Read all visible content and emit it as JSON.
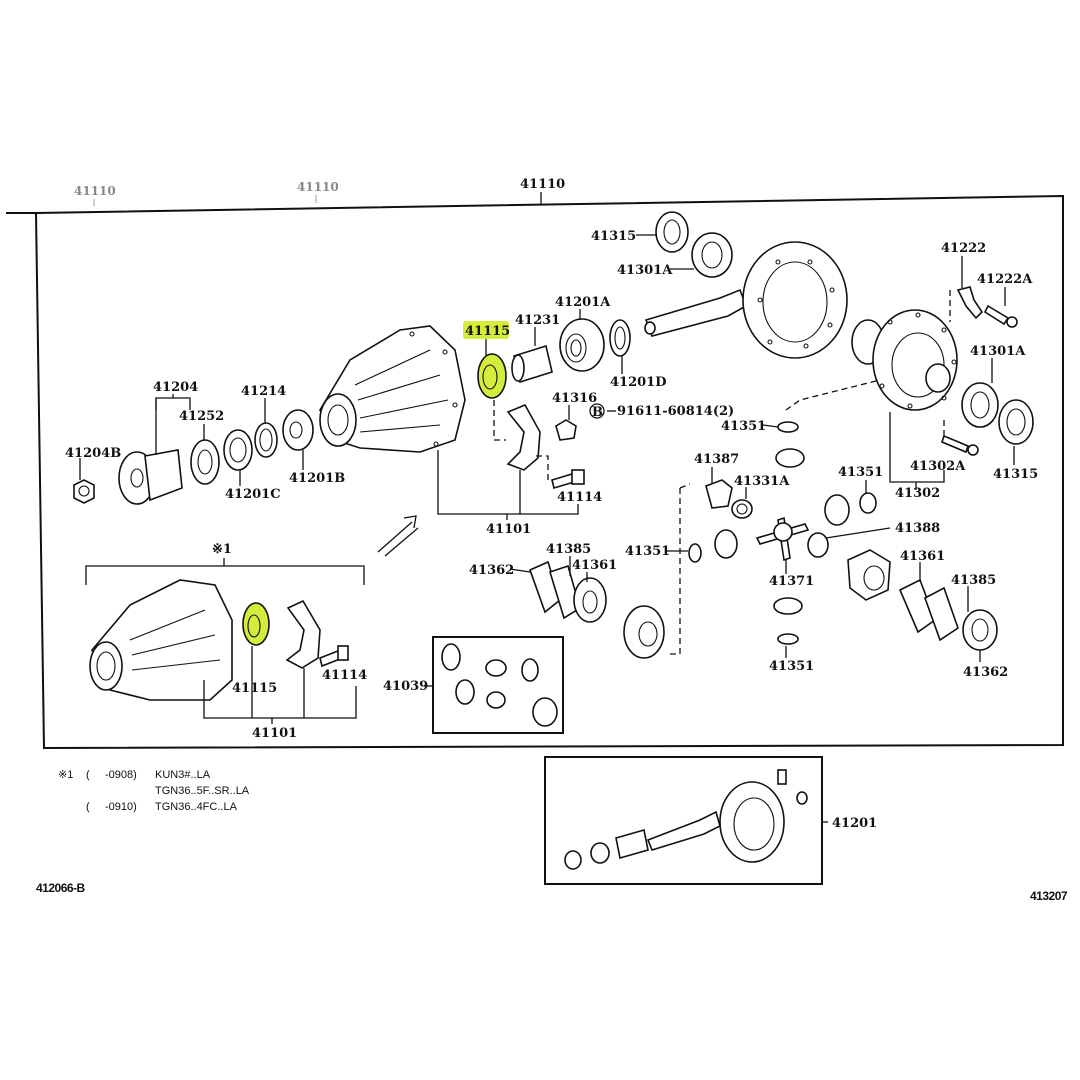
{
  "diagram": {
    "title_refs": [
      "41110",
      "41110",
      "41110"
    ],
    "highlight_color": "#d4ec3c",
    "highlighted_part": "41115",
    "labels": {
      "p41315_top": "41315",
      "p41301A_top": "41301A",
      "p41201A": "41201A",
      "p41231": "41231",
      "p41115_top": "41115",
      "p41201D": "41201D",
      "p41222": "41222",
      "p41222A": "41222A",
      "p41301A_right": "41301A",
      "p41204": "41204",
      "p41252": "41252",
      "p41214": "41214",
      "p41204B": "41204B",
      "p41201C": "41201C",
      "p41201B": "41201B",
      "p41316": "41316",
      "p91611": "91611-60814(2)",
      "p91611_badge": "B",
      "p41351_a": "41351",
      "p41114_top": "41114",
      "p41101_top": "41101",
      "p41387": "41387",
      "p41331A": "41331A",
      "p41351_b": "41351",
      "p41302A": "41302A",
      "p41302": "41302",
      "p41315_right": "41315",
      "p41388": "41388",
      "p41351_c": "41351",
      "p41385_left": "41385",
      "p41362_left": "41362",
      "p41361_left": "41361",
      "p41371": "41371",
      "p41361_right": "41361",
      "p41385_right": "41385",
      "p41351_d": "41351",
      "p41362_right": "41362",
      "p41039": "41039",
      "variant_mark": "※1",
      "p41115_bottom": "41115",
      "p41114_bottom": "41114",
      "p41101_bottom": "41101",
      "p41201": "41201"
    },
    "footnotes": [
      {
        "mark": "※1",
        "range": "(     -0908)",
        "models": "KUN3#..LA"
      },
      {
        "mark": "",
        "range": "",
        "models": "TGN36..5F..SR..LA"
      },
      {
        "mark": "",
        "range": "(     -0910)",
        "models": "TGN36..4FC..LA"
      }
    ],
    "figure_code_left": "412066-B",
    "figure_code_right": "413207"
  }
}
